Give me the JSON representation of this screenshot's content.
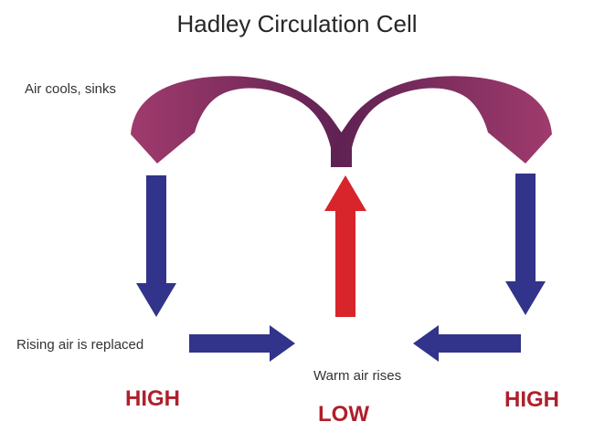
{
  "title": "Hadley Circulation Cell",
  "labels": {
    "air_cools": "Air cools, sinks",
    "rising_air": "Rising air is replaced",
    "warm_air": "Warm air rises"
  },
  "pressure": {
    "high_left": "HIGH",
    "low": "LOW",
    "high_right": "HIGH"
  },
  "colors": {
    "background": "#ffffff",
    "title_text": "#262626",
    "label_text": "#333333",
    "pressure_text": "#b01f2b",
    "blue_arrow": "#32338a",
    "red_arrow": "#d8242b",
    "arch_tip": "#9e3a6c",
    "arch_center": "#5e2152"
  },
  "diagram": {
    "type": "atmospheric-circulation-flow",
    "elements": [
      {
        "name": "arch-arrow-left",
        "meaning": "air flows outward aloft from center to upper left, then sinks",
        "color": "gradient arch_tip to arch_center"
      },
      {
        "name": "arch-arrow-right",
        "meaning": "air flows outward aloft from center to upper right, then sinks",
        "color": "gradient arch_tip to arch_center"
      },
      {
        "name": "sinking-air-arrow-left",
        "direction": "down",
        "color": "blue_arrow"
      },
      {
        "name": "sinking-air-arrow-right",
        "direction": "down",
        "color": "blue_arrow"
      },
      {
        "name": "surface-flow-arrow-left",
        "direction": "right",
        "color": "blue_arrow"
      },
      {
        "name": "surface-flow-arrow-right",
        "direction": "left",
        "color": "blue_arrow"
      },
      {
        "name": "rising-air-arrow",
        "direction": "up",
        "color": "red_arrow"
      }
    ]
  }
}
